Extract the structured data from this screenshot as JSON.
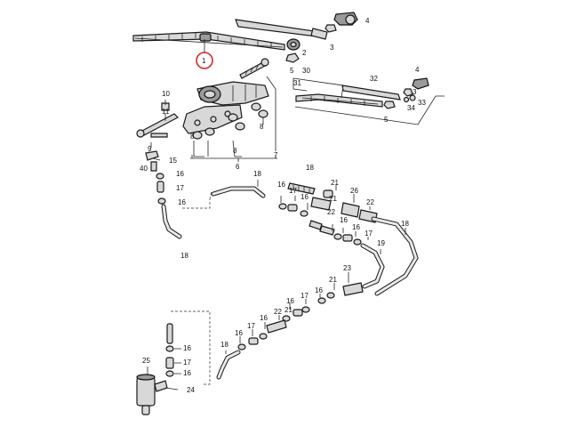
{
  "diagram": {
    "highlight_color": "#d62828",
    "line_color": "#222222",
    "labels": [
      {
        "id": "1",
        "text": "1"
      },
      {
        "id": "2",
        "text": "2"
      },
      {
        "id": "3",
        "text": "3"
      },
      {
        "id": "4a",
        "text": "4"
      },
      {
        "id": "5a",
        "text": "5"
      },
      {
        "id": "30",
        "text": "30"
      },
      {
        "id": "31",
        "text": "31"
      },
      {
        "id": "32",
        "text": "32"
      },
      {
        "id": "4b",
        "text": "4"
      },
      {
        "id": "3b",
        "text": "3"
      },
      {
        "id": "34",
        "text": "34"
      },
      {
        "id": "33",
        "text": "33"
      },
      {
        "id": "5b",
        "text": "5"
      },
      {
        "id": "10",
        "text": "10"
      },
      {
        "id": "11",
        "text": "11"
      },
      {
        "id": "9",
        "text": "9"
      },
      {
        "id": "15",
        "text": "15"
      },
      {
        "id": "40",
        "text": "40"
      },
      {
        "id": "8a",
        "text": "8"
      },
      {
        "id": "8b",
        "text": "8"
      },
      {
        "id": "8c",
        "text": "8"
      },
      {
        "id": "6",
        "text": "6"
      },
      {
        "id": "7",
        "text": "7"
      },
      {
        "id": "16a",
        "text": "16"
      },
      {
        "id": "17a",
        "text": "17"
      },
      {
        "id": "16b",
        "text": "16"
      },
      {
        "id": "18a",
        "text": "18"
      },
      {
        "id": "18b",
        "text": "18"
      },
      {
        "id": "18c",
        "text": "18"
      },
      {
        "id": "16c",
        "text": "16"
      },
      {
        "id": "17b",
        "text": "17"
      },
      {
        "id": "16d",
        "text": "16"
      },
      {
        "id": "21a",
        "text": "21"
      },
      {
        "id": "26",
        "text": "26"
      },
      {
        "id": "22a",
        "text": "22"
      },
      {
        "id": "22b",
        "text": "22"
      },
      {
        "id": "16e",
        "text": "16"
      },
      {
        "id": "21b",
        "text": "21"
      },
      {
        "id": "16f",
        "text": "16"
      },
      {
        "id": "17c",
        "text": "17"
      },
      {
        "id": "18d",
        "text": "18"
      },
      {
        "id": "19",
        "text": "19"
      },
      {
        "id": "23",
        "text": "23"
      },
      {
        "id": "21c",
        "text": "21"
      },
      {
        "id": "16g",
        "text": "16"
      },
      {
        "id": "17d",
        "text": "17"
      },
      {
        "id": "16h",
        "text": "16"
      },
      {
        "id": "22c",
        "text": "22"
      },
      {
        "id": "21d",
        "text": "21"
      },
      {
        "id": "16i",
        "text": "16"
      },
      {
        "id": "17e",
        "text": "17"
      },
      {
        "id": "16j",
        "text": "16"
      },
      {
        "id": "18e",
        "text": "18"
      },
      {
        "id": "16k",
        "text": "16"
      },
      {
        "id": "17f",
        "text": "17"
      },
      {
        "id": "16l",
        "text": "16"
      },
      {
        "id": "25",
        "text": "25"
      },
      {
        "id": "24",
        "text": "24"
      }
    ]
  }
}
